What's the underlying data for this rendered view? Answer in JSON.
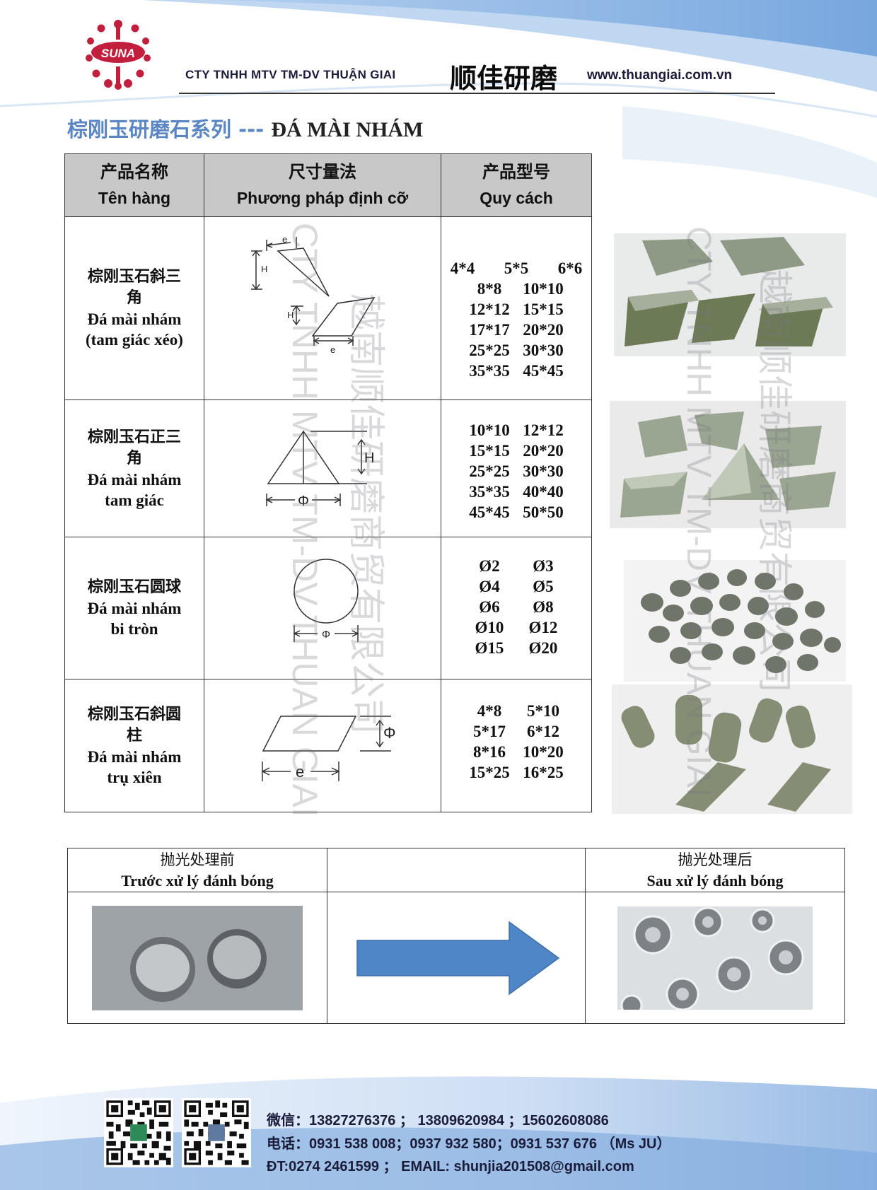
{
  "header": {
    "logo_text": "SUNA",
    "company": "CTY  TNHH MTV TM-DV THUẬN GIAI",
    "company_cn": "顺佳研磨",
    "website": "www.thuangiai.com.vn"
  },
  "title": {
    "cn": "棕刚玉研磨石系列",
    "sep": " --- ",
    "vn": "ĐÁ MÀI NHÁM"
  },
  "table": {
    "headers": [
      {
        "cn": "产品名称",
        "vn": "Tên hàng"
      },
      {
        "cn": "尺寸量法",
        "vn": "Phương pháp định cỡ"
      },
      {
        "cn": "产品型号",
        "vn": "Quy cách"
      }
    ],
    "rows": [
      {
        "name_cn": [
          "棕刚玉石斜三",
          "角"
        ],
        "name_vn": [
          "Đá mài nhám",
          "(tam giác xéo)"
        ],
        "labels": [
          "e",
          "H",
          "H",
          "e"
        ],
        "specs": [
          [
            "4*4",
            "5*5",
            "6*6"
          ],
          [
            "8*8",
            "10*10"
          ],
          [
            "12*12",
            "15*15"
          ],
          [
            "17*17",
            "20*20"
          ],
          [
            "25*25",
            "30*30"
          ],
          [
            "35*35",
            "45*45"
          ]
        ]
      },
      {
        "name_cn": [
          "棕刚玉石正三",
          "角"
        ],
        "name_vn": [
          "Đá mài nhám",
          "tam giác"
        ],
        "labels": [
          "H",
          "Φ"
        ],
        "specs": [
          [
            "10*10",
            "12*12"
          ],
          [
            "15*15",
            "20*20"
          ],
          [
            "25*25",
            "30*30"
          ],
          [
            "35*35",
            "40*40"
          ],
          [
            "45*45",
            "50*50"
          ]
        ]
      },
      {
        "name_cn": [
          "棕刚玉石圆球"
        ],
        "name_vn": [
          "Đá mài nhám",
          "bi tròn"
        ],
        "labels": [
          "Φ"
        ],
        "specs": [
          [
            "Ø2",
            "Ø3"
          ],
          [
            "Ø4",
            "Ø5"
          ],
          [
            "Ø6",
            "Ø8"
          ],
          [
            "Ø10",
            "Ø12"
          ],
          [
            "Ø15",
            "Ø20"
          ]
        ]
      },
      {
        "name_cn": [
          "棕刚玉石斜圆",
          "柱"
        ],
        "name_vn": [
          "Đá mài nhám",
          "trụ xiên"
        ],
        "labels": [
          "Φ",
          "e"
        ],
        "specs": [
          [
            "4*8",
            "5*10"
          ],
          [
            "5*17",
            "6*12"
          ],
          [
            "8*16",
            "10*20"
          ],
          [
            "15*25",
            "16*25"
          ]
        ]
      }
    ]
  },
  "polish": {
    "before_cn": "抛光处理前",
    "before_vn": "Trước xử lý đánh bóng",
    "after_cn": "抛光处理后",
    "after_vn": "Sau xử lý đánh bóng"
  },
  "watermark": {
    "cn": "越南顺佳研磨商贸有限公司",
    "en": "CTY TNHH MTV TM-DV THUAN GIAI"
  },
  "footer": {
    "wechat": "微信：13827276376 ；  13809620984 ；15602608086",
    "phone": "电话：0931 538 008；0937 932 580；0931 537 676 （Ms JU）",
    "contact": "ĐT:0274 2461599 ；   EMAIL: shunjia201508@gmail.com"
  },
  "colors": {
    "title_blue": "#5a86c4",
    "header_gray": "#c8c8c8",
    "arrow_blue": "#4f86c8",
    "logo_red": "#c21f3e"
  }
}
